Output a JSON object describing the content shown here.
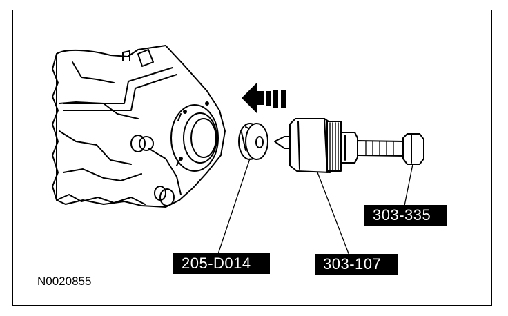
{
  "figure": {
    "reference_id": "N0020855",
    "callouts": {
      "tool_303_335": "303-335",
      "part_205_d014": "205-D014",
      "tool_303_107": "303-107"
    },
    "direction_arrow": "left-arrow-icon",
    "colors": {
      "line": "#000000",
      "background": "#ffffff",
      "label_bg": "#000000",
      "label_text": "#ffffff"
    }
  }
}
